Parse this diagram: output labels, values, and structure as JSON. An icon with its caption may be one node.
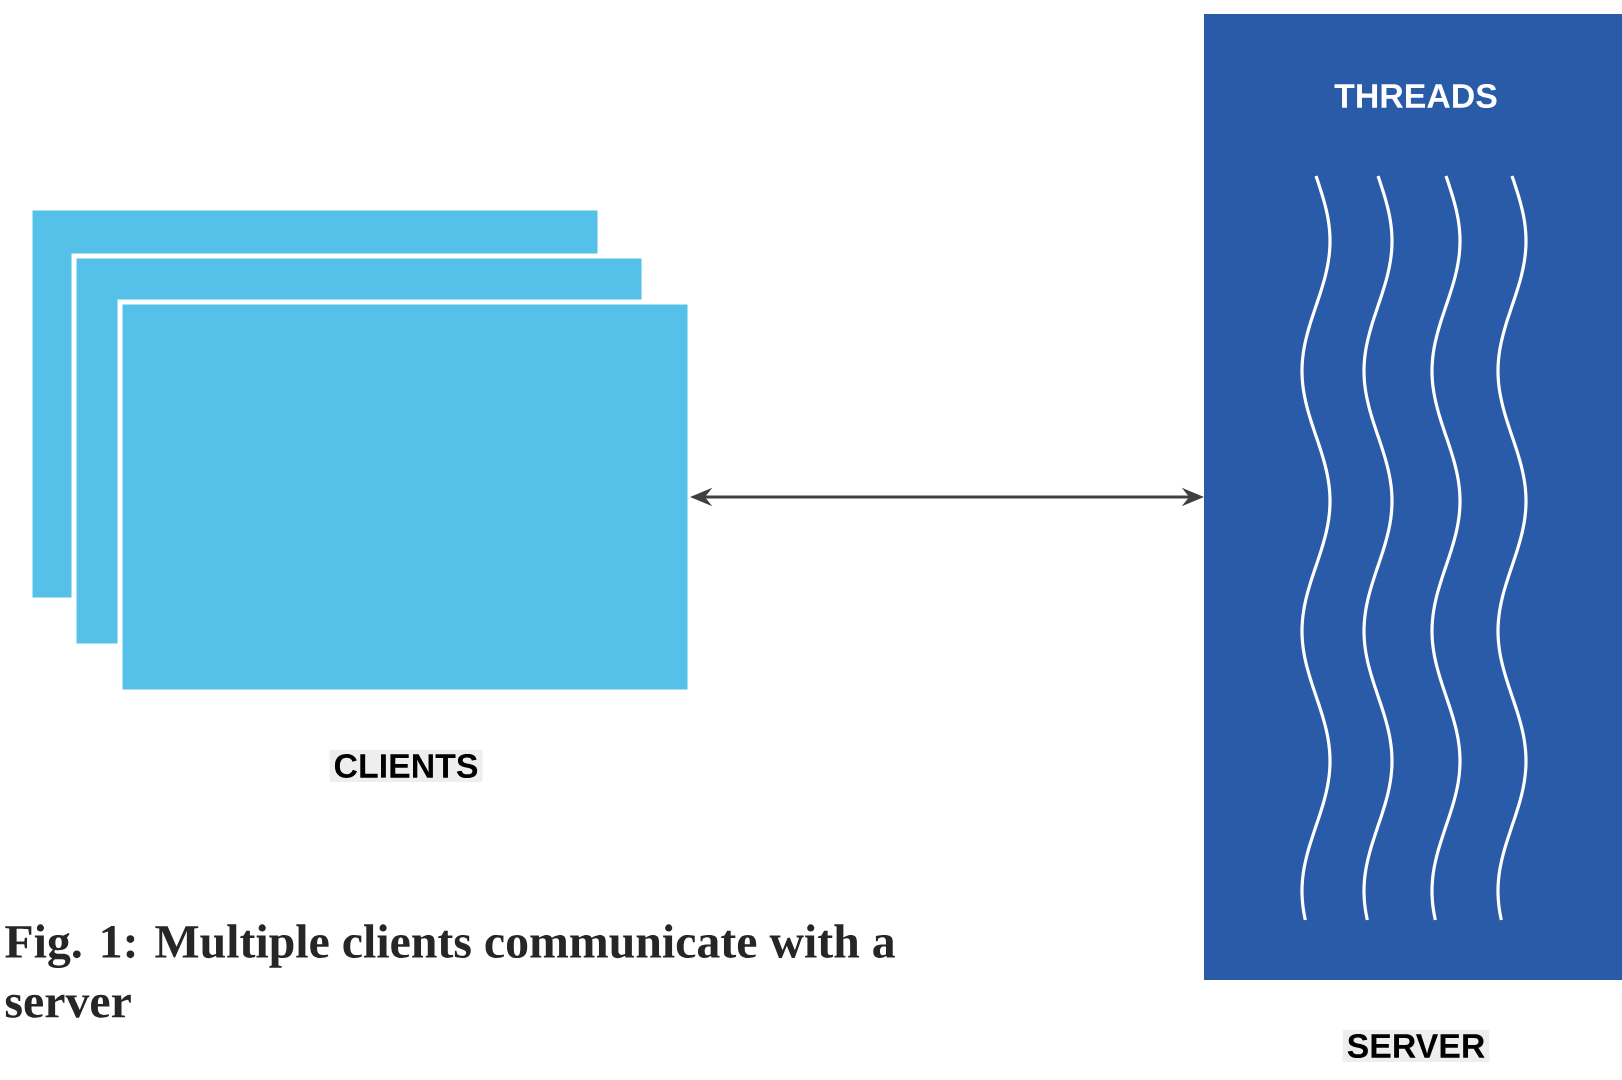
{
  "diagram": {
    "caption": "Fig. 1: Multiple clients communicate with a server",
    "nodes": [
      {
        "text": [],
        "shape": "box"
      },
      {
        "text": [],
        "shape": "box"
      },
      {
        "text": [
          "CLIENTS"
        ]
      },
      {
        "text": [
          "THREADS",
          "SERVER"
        ]
      }
    ],
    "edges": [
      {
        "from": 2,
        "to": 3,
        "arrow": "both"
      }
    ]
  }
}
